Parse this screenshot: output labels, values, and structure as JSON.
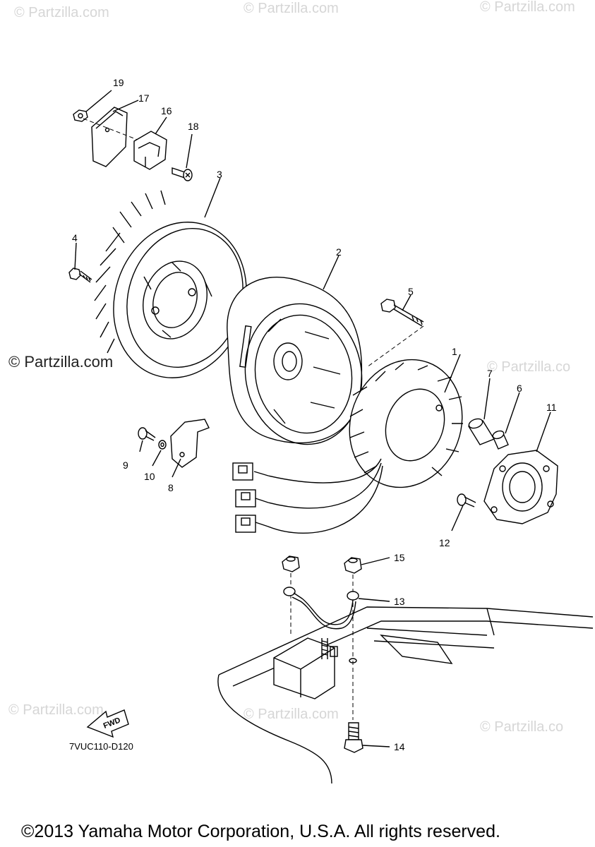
{
  "watermarks": {
    "corner_text": "© Partzilla.com",
    "side_text_left": "© Partzilla.com",
    "side_text_right": "© Partzilla.co"
  },
  "callouts": [
    "1",
    "2",
    "3",
    "4",
    "5",
    "6",
    "7",
    "8",
    "9",
    "10",
    "11",
    "12",
    "13",
    "14",
    "15",
    "16",
    "17",
    "18",
    "19"
  ],
  "diagram_code": "7VUC110-D120",
  "fwd_label": "FWD",
  "copyright": "©2013 Yamaha Motor Corporation, U.S.A. All rights reserved."
}
